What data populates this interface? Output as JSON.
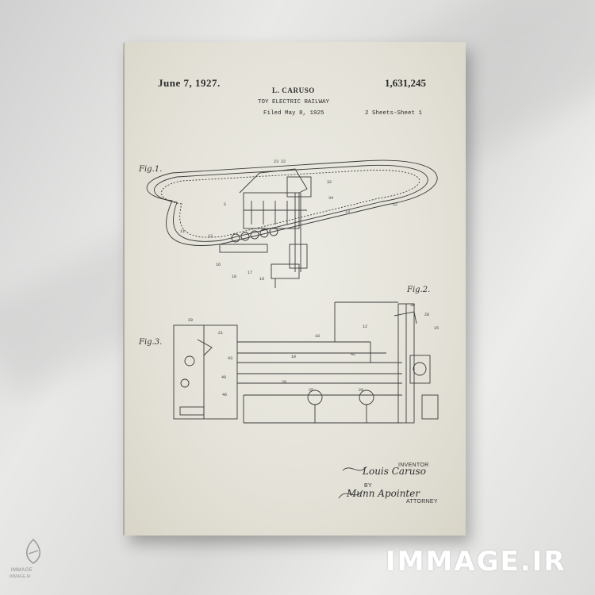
{
  "patent": {
    "date": "June 7, 1927.",
    "inventor": "L. CARUSO",
    "title": "TOY ELECTRIC RAILWAY",
    "filed": "Filed May 8, 1925",
    "number": "1,631,245",
    "sheets": "2 Sheets-Sheet 1"
  },
  "figures": {
    "fig1": "Fig.1.",
    "fig2": "Fig.2.",
    "fig3": "Fig.3."
  },
  "signature": {
    "inventor_label": "INVENTOR",
    "inventor_sig": "Louis Caruso",
    "by_label": "BY",
    "attorney_sig": "Munn Apointer",
    "attorney_label": "ATTORNEY"
  },
  "watermark": {
    "text": "IMMAGE.IR",
    "logo_text": "IMMAGE",
    "logo_sub": "IMMAGE.IR"
  },
  "colors": {
    "paper": "#e6e4da",
    "ink": "#2c2c2c",
    "wall": "#dedede"
  }
}
